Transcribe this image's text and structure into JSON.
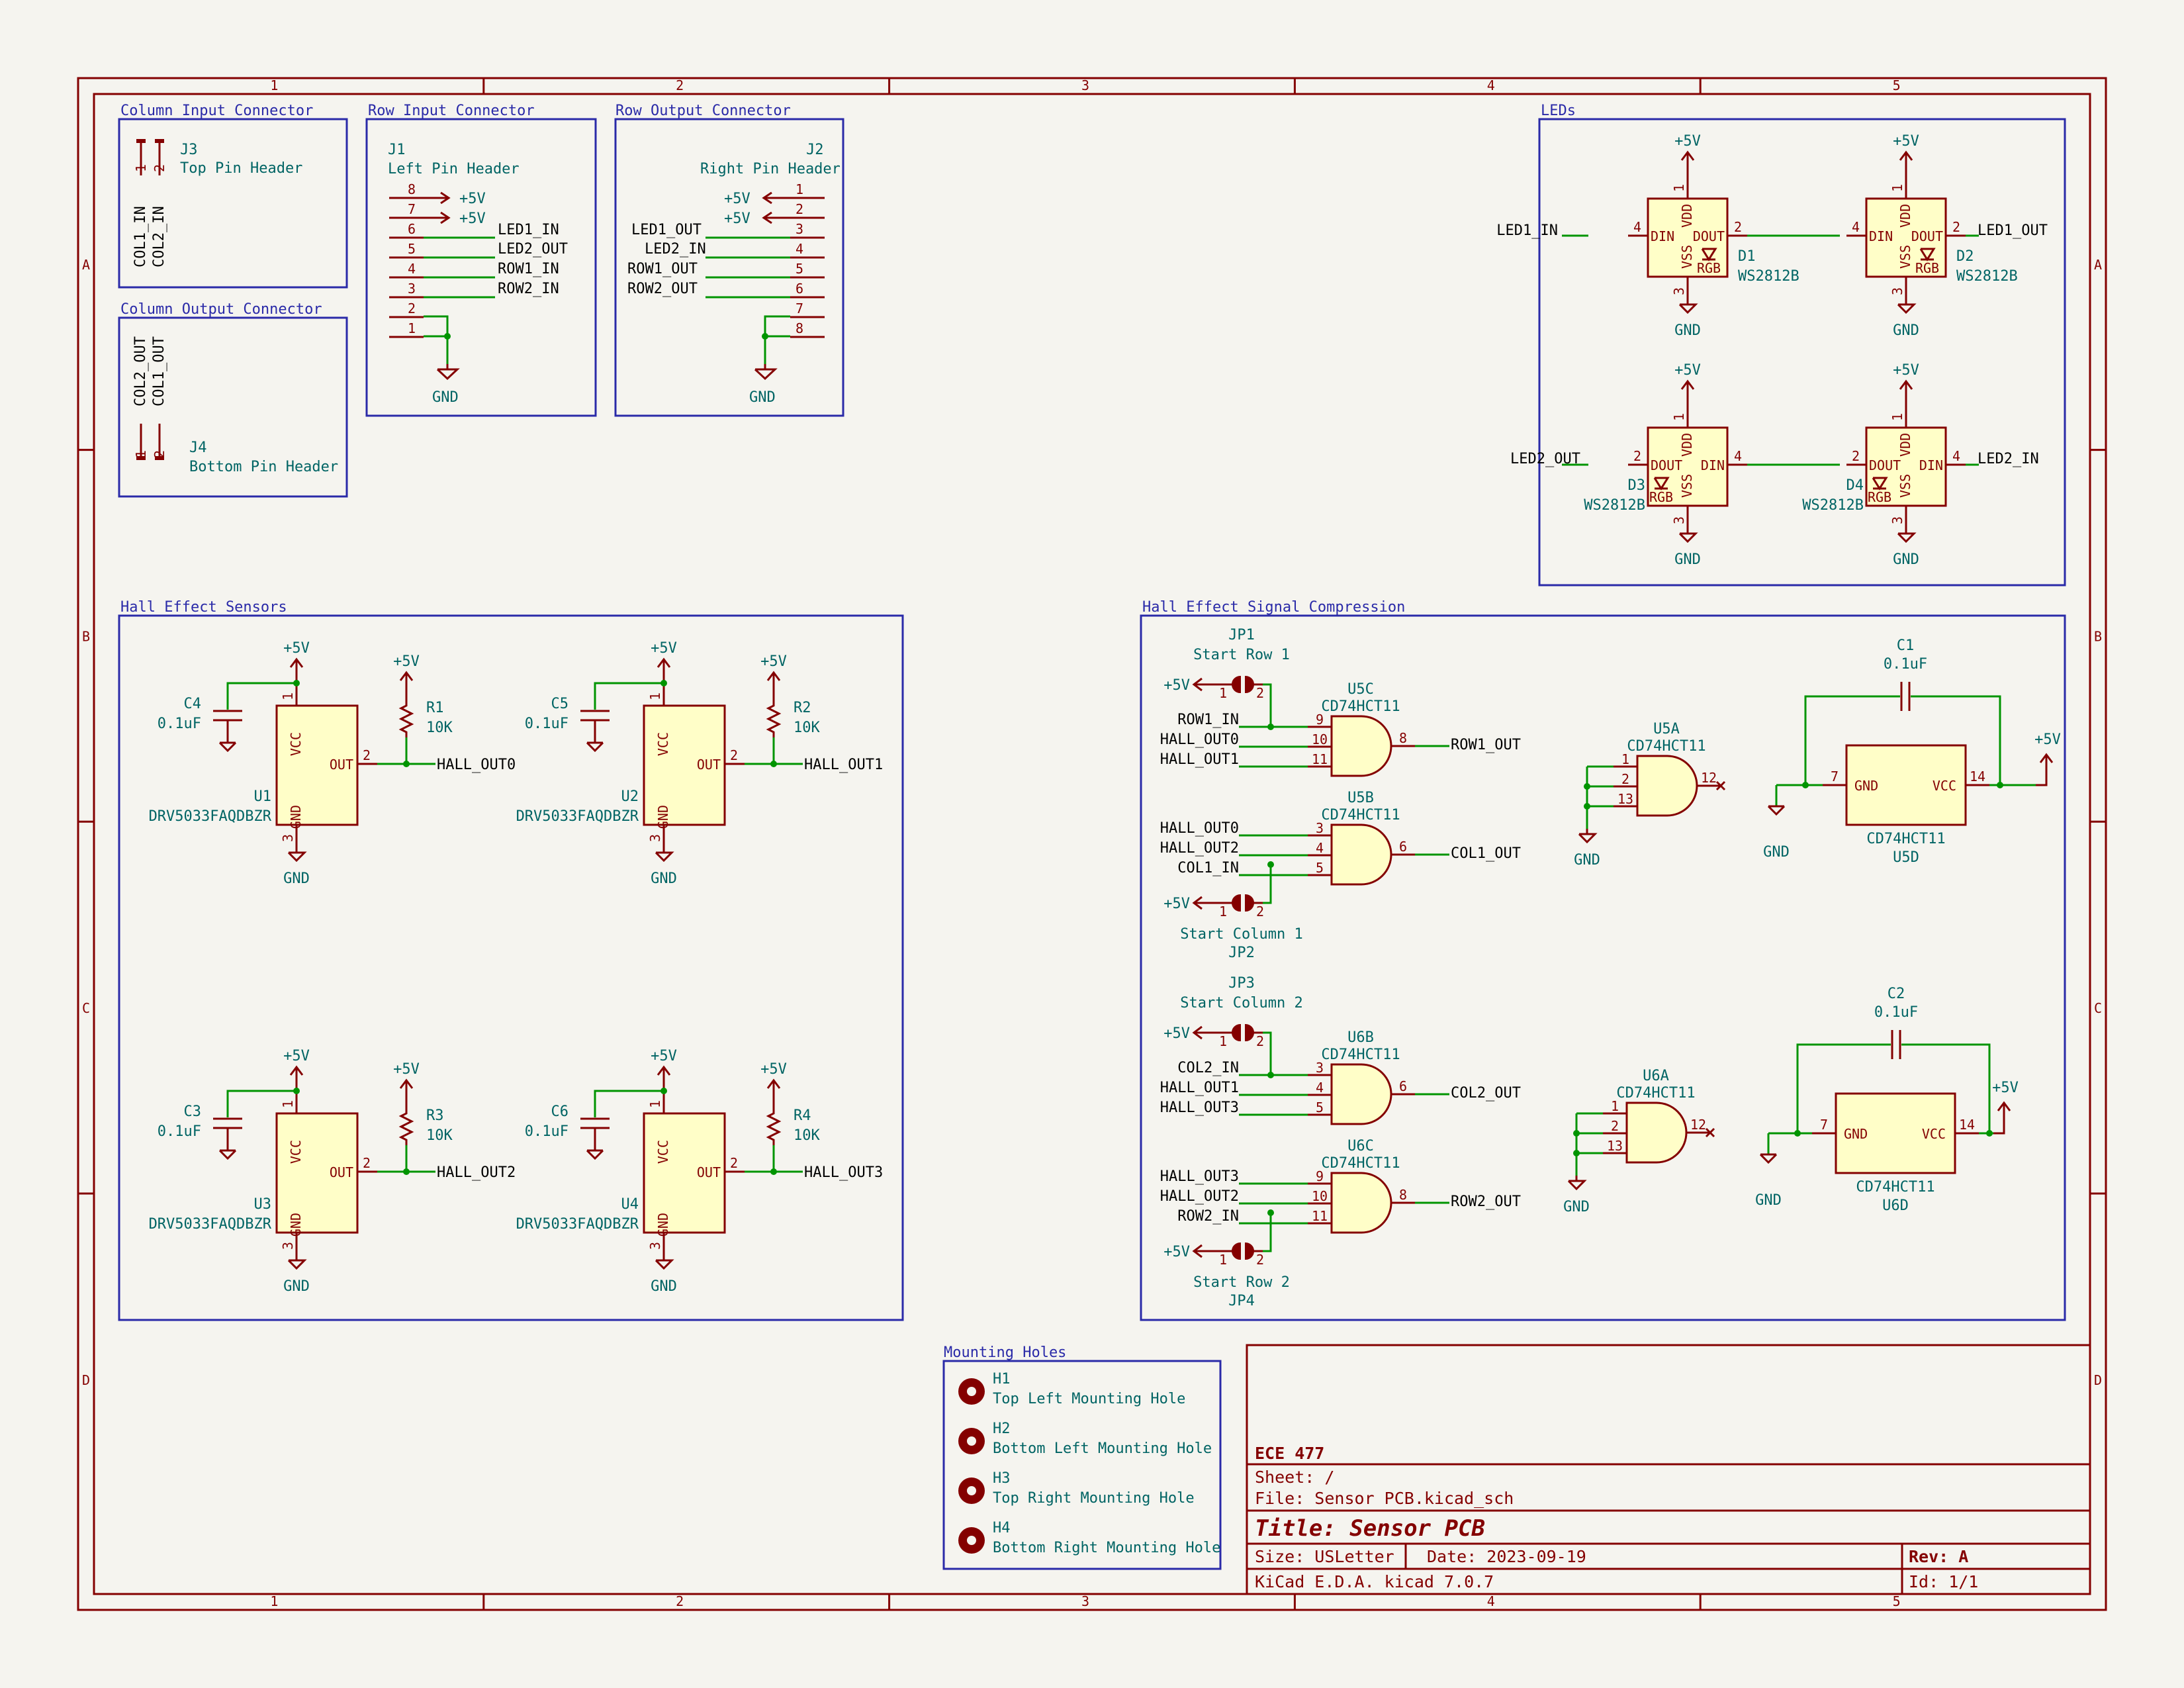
{
  "title_block": {
    "company": "ECE 477",
    "sheet": "Sheet: /",
    "file": "File: Sensor PCB.kicad_sch",
    "title": "Title: Sensor PCB",
    "size": "Size: USLetter",
    "date": "Date: 2023-09-19",
    "rev": "Rev: A",
    "tool": "KiCad E.D.A.  kicad 7.0.7",
    "id": "Id: 1/1"
  },
  "frame": {
    "columns": [
      "1",
      "2",
      "3",
      "4",
      "5"
    ],
    "rows": [
      "A",
      "B",
      "C",
      "D"
    ]
  },
  "sections": {
    "col_in": "Column Input Connector",
    "col_out": "Column Output Connector",
    "row_in": "Row Input Connector",
    "row_out": "Row Output Connector",
    "leds": "LEDs",
    "hall": "Hall Effect Sensors",
    "compress": "Hall Effect Signal Compression",
    "holes": "Mounting Holes"
  },
  "connectors": {
    "j3": {
      "ref": "J3",
      "value": "Top Pin Header",
      "nets": [
        "COL1_IN",
        "COL2_IN"
      ],
      "pins": [
        "1",
        "2"
      ]
    },
    "j4": {
      "ref": "J4",
      "value": "Bottom Pin Header",
      "nets": [
        "COL2_OUT",
        "COL1_OUT"
      ],
      "pins": [
        "1",
        "2"
      ]
    },
    "j1": {
      "ref": "J1",
      "value": "Left Pin Header",
      "pins": [
        "8",
        "7",
        "6",
        "5",
        "4",
        "3",
        "2",
        "1"
      ],
      "nets": [
        "+5V",
        "+5V",
        "LED1_IN",
        "LED2_OUT",
        "ROW1_IN",
        "ROW2_IN"
      ],
      "gnd": "GND"
    },
    "j2": {
      "ref": "J2",
      "value": "Right Pin Header",
      "pins": [
        "1",
        "2",
        "3",
        "4",
        "5",
        "6",
        "7",
        "8"
      ],
      "nets": [
        "+5V",
        "+5V",
        "LED1_OUT",
        "LED2_IN",
        "ROW1_OUT",
        "ROW2_OUT"
      ],
      "gnd": "GND"
    }
  },
  "leds": {
    "d1": {
      "ref": "D1",
      "value": "WS2812B",
      "in_net": "LED1_IN"
    },
    "d2": {
      "ref": "D2",
      "value": "WS2812B",
      "out_net": "LED1_OUT"
    },
    "d3": {
      "ref": "D3",
      "value": "WS2812B",
      "out_net": "LED2_OUT"
    },
    "d4": {
      "ref": "D4",
      "value": "WS2812B",
      "in_net": "LED2_IN"
    },
    "pins": {
      "vdd": "VDD",
      "vss": "VSS",
      "din": "DIN",
      "dout": "DOUT",
      "rgb": "RGB"
    },
    "pin_nums": {
      "vdd": "1",
      "vss": "3",
      "din": "4",
      "dout": "2"
    },
    "pwr": "+5V",
    "gnd": "GND"
  },
  "hall": {
    "sensors": [
      {
        "ref": "U1",
        "value": "DRV5033FAQDBZR",
        "cap_ref": "C4",
        "cap_val": "0.1uF",
        "res_ref": "R1",
        "res_val": "10K",
        "net": "HALL_OUT0"
      },
      {
        "ref": "U2",
        "value": "DRV5033FAQDBZR",
        "cap_ref": "C5",
        "cap_val": "0.1uF",
        "res_ref": "R2",
        "res_val": "10K",
        "net": "HALL_OUT1"
      },
      {
        "ref": "U3",
        "value": "DRV5033FAQDBZR",
        "cap_ref": "C3",
        "cap_val": "0.1uF",
        "res_ref": "R3",
        "res_val": "10K",
        "net": "HALL_OUT2"
      },
      {
        "ref": "U4",
        "value": "DRV5033FAQDBZR",
        "cap_ref": "C6",
        "cap_val": "0.1uF",
        "res_ref": "R4",
        "res_val": "10K",
        "net": "HALL_OUT3"
      }
    ],
    "pins": {
      "vcc": "VCC",
      "out": "OUT",
      "gnd": "GND",
      "n1": "1",
      "n2": "2",
      "n3": "3"
    },
    "pwr": "+5V",
    "gnd": "GND"
  },
  "compression": {
    "gates": [
      {
        "ref": "U5C",
        "value": "CD74HCT11",
        "inputs": [
          "ROW1_IN",
          "HALL_OUT0",
          "HALL_OUT1"
        ],
        "pins": [
          "9",
          "10",
          "11"
        ],
        "out_pin": "8",
        "output": "ROW1_OUT"
      },
      {
        "ref": "U5B",
        "value": "CD74HCT11",
        "inputs": [
          "HALL_OUT0",
          "HALL_OUT2",
          "COL1_IN"
        ],
        "pins": [
          "3",
          "4",
          "5"
        ],
        "out_pin": "6",
        "output": "COL1_OUT"
      },
      {
        "ref": "U6B",
        "value": "CD74HCT11",
        "inputs": [
          "COL2_IN",
          "HALL_OUT1",
          "HALL_OUT3"
        ],
        "pins": [
          "3",
          "4",
          "5"
        ],
        "out_pin": "6",
        "output": "COL2_OUT"
      },
      {
        "ref": "U6C",
        "value": "CD74HCT11",
        "inputs": [
          "HALL_OUT3",
          "HALL_OUT2",
          "ROW2_IN"
        ],
        "pins": [
          "9",
          "10",
          "11"
        ],
        "out_pin": "8",
        "output": "ROW2_OUT"
      }
    ],
    "unused": [
      {
        "ref": "U5A",
        "value": "CD74HCT11",
        "pins": [
          "1",
          "2",
          "13"
        ],
        "out_pin": "12"
      },
      {
        "ref": "U6A",
        "value": "CD74HCT11",
        "pins": [
          "1",
          "2",
          "13"
        ],
        "out_pin": "12"
      }
    ],
    "jumpers": [
      {
        "ref": "JP1",
        "label": "Start Row 1"
      },
      {
        "ref": "JP2",
        "label": "Start Column 1"
      },
      {
        "ref": "JP3",
        "label": "Start Column 2"
      },
      {
        "ref": "JP4",
        "label": "Start Row 2"
      }
    ],
    "power_units": [
      {
        "ref": "U5D",
        "value": "CD74HCT11",
        "cap_ref": "C1",
        "cap_val": "0.1uF"
      },
      {
        "ref": "U6D",
        "value": "CD74HCT11",
        "cap_ref": "C2",
        "cap_val": "0.1uF"
      }
    ],
    "pins": {
      "gnd": "GND",
      "vcc": "VCC",
      "g": "7",
      "v": "14",
      "j1": "1",
      "j2": "2"
    },
    "pwr": "+5V",
    "gnd": "GND"
  },
  "holes": [
    {
      "ref": "H1",
      "label": "Top Left Mounting Hole"
    },
    {
      "ref": "H2",
      "label": "Bottom Left Mounting Hole"
    },
    {
      "ref": "H3",
      "label": "Top Right Mounting Hole"
    },
    {
      "ref": "H4",
      "label": "Bottom Right Mounting Hole"
    }
  ]
}
